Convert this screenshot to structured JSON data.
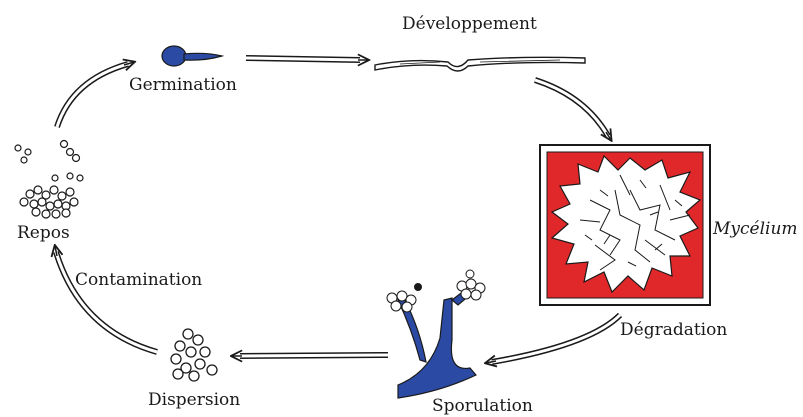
{
  "labels": {
    "germination": "Germination",
    "developpement": "Développement",
    "mycelium": "Mycélium",
    "degradation": "Dégradation",
    "sporulation": "Sporulation",
    "dispersion": "Dispersion",
    "contamination": "Contamination",
    "repos": "Repos"
  },
  "colors": {
    "ink": "#1a1a1a",
    "fungus_blue": "#2b4aa3",
    "substrate_red": "#e0282a",
    "mycelium_white": "#ffffff"
  }
}
